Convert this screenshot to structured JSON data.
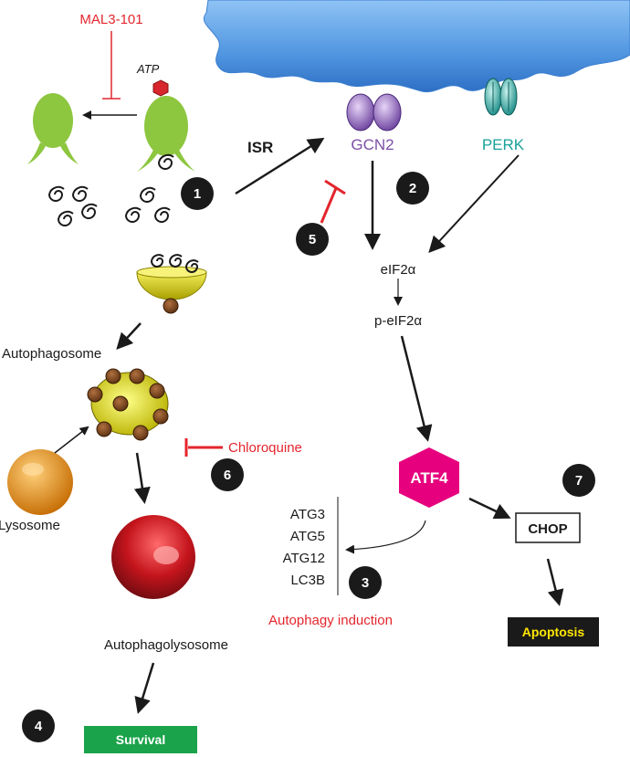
{
  "labels": {
    "mal3": "MAL3-101",
    "atp": "ATP",
    "isr": "ISR",
    "gcn2": "GCN2",
    "perk": "PERK",
    "eif2a": "eIF2α",
    "peif2a": "p-eIF2α",
    "atf4": "ATF4",
    "chop": "CHOP",
    "apoptosis": "Apoptosis",
    "autophagosome": "Autophagosome",
    "lysosome": "Lysosome",
    "chloroquine": "Chloroquine",
    "autophagolysosome": "Autophagolysosome",
    "survival": "Survival",
    "autophagy_induction": "Autophagy induction",
    "atg_genes": [
      "ATG3",
      "ATG5",
      "ATG12",
      "LC3B"
    ]
  },
  "steps": [
    "1",
    "2",
    "3",
    "4",
    "5",
    "6",
    "7"
  ],
  "colors": {
    "inhibitor_red": "#e3262d",
    "protein_green": "#8dc63f",
    "atp_red": "#d7262d",
    "gcn2_purple": "#7b4fa8",
    "perk_teal": "#1aa19a",
    "atf4_magenta": "#e6007e",
    "cell_blue": "#4a90e2",
    "survival_green": "#1aa34a",
    "apoptosis_yellow": "#ffe600",
    "marker_dark": "#1a1a1a"
  }
}
